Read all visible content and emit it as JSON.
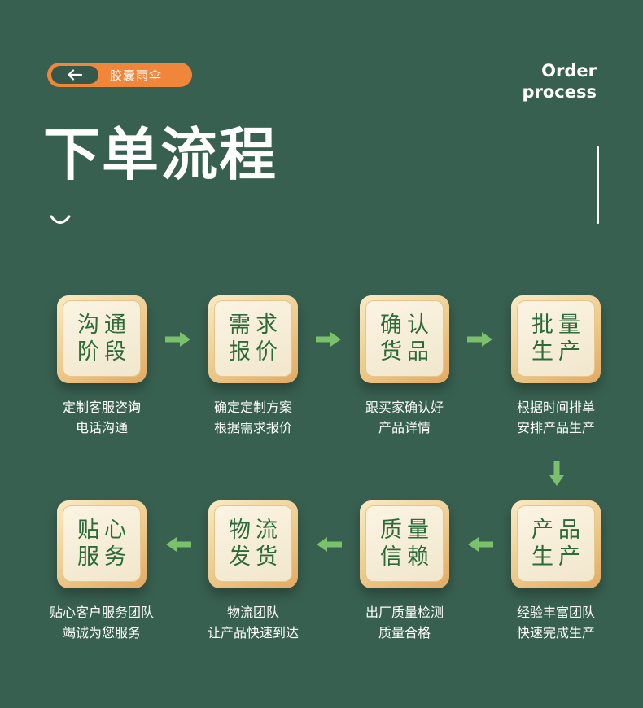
{
  "header": {
    "brand_name": "胶囊雨伞",
    "order_en_line1": "Order",
    "order_en_line2": "process",
    "title": "下单流程"
  },
  "colors": {
    "background": "#386050",
    "accent": "#f0863a",
    "card_text": "#2d6a3a",
    "arrow": "#7bc06a"
  },
  "icons": {
    "back": "arrow-left-icon",
    "flow_arrow": "arrow-icon"
  },
  "steps": [
    {
      "title": "沟通阶段",
      "desc1": "定制客服咨询",
      "desc2": "电话沟通"
    },
    {
      "title": "需求报价",
      "desc1": "确定定制方案",
      "desc2": "根据需求报价"
    },
    {
      "title": "确认货品",
      "desc1": "跟买家确认好",
      "desc2": "产品详情"
    },
    {
      "title": "批量生产",
      "desc1": "根据时间排单",
      "desc2": "安排产品生产"
    },
    {
      "title": "产品生产",
      "desc1": "经验丰富团队",
      "desc2": "快速完成生产"
    },
    {
      "title": "质量信赖",
      "desc1": "出厂质量检测",
      "desc2": "质量合格"
    },
    {
      "title": "物流发货",
      "desc1": "物流团队",
      "desc2": "让产品快速到达"
    },
    {
      "title": "贴心服务",
      "desc1": "贴心客户服务团队",
      "desc2": "竭诚为您服务"
    }
  ]
}
